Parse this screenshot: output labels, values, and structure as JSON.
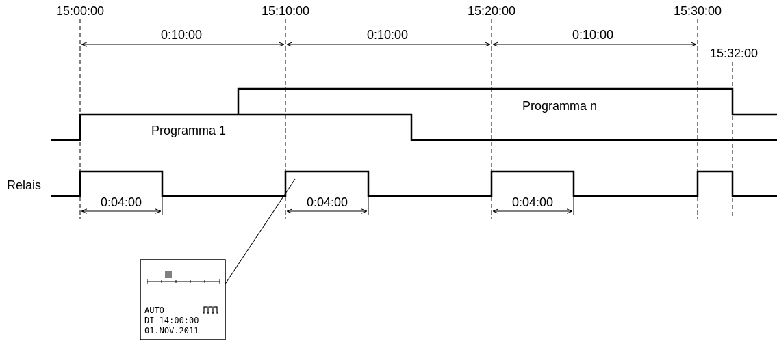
{
  "times": {
    "t0": "15:00:00",
    "t1": "15:10:00",
    "t2": "15:20:00",
    "t3": "15:30:00",
    "t4": "15:32:00"
  },
  "intervals": {
    "i1": "0:10:00",
    "i2": "0:10:00",
    "i3": "0:10:00"
  },
  "pulses": {
    "p1": "0:04:00",
    "p2": "0:04:00",
    "p3": "0:04:00"
  },
  "programs": {
    "prog1": "Programma 1",
    "progn": "Programma n"
  },
  "relay_label": "Relais",
  "display": {
    "line1_mode": "AUTO",
    "line2": "DI 14:00:00",
    "line3": "01.NOV.2011"
  },
  "icons": [
    "pulse-train-icon",
    "bar-graph-icon"
  ]
}
